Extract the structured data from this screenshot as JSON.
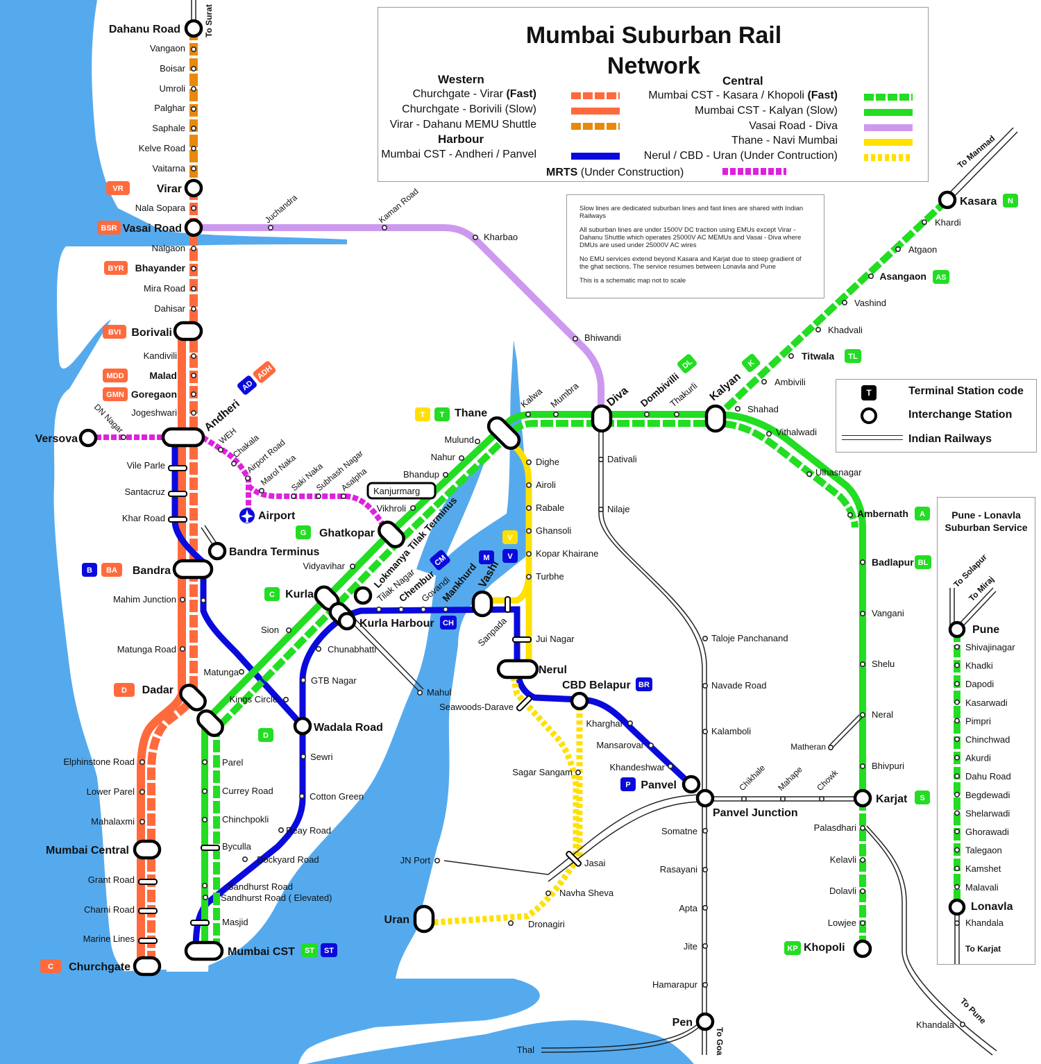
{
  "title": "Mumbai Suburban Rail Network",
  "legend": {
    "western_heading": "Western",
    "central_heading": "Central",
    "harbour_heading": "Harbour",
    "rows_left": [
      {
        "text": "Churchgate - Virar ",
        "bold": "(Fast)",
        "color": "#FF6A3D",
        "style": "dashed"
      },
      {
        "text": "Churchgate - Borivili (Slow)",
        "bold": "",
        "color": "#FF6A3D",
        "style": "solid"
      },
      {
        "text": "Virar - Dahanu MEMU Shuttle",
        "bold": "",
        "color": "#E8890C",
        "style": "dashed"
      },
      {
        "text": "Mumbai CST - Andheri / Panvel",
        "bold": "",
        "color": "#0A0ADC",
        "style": "solid"
      }
    ],
    "rows_right": [
      {
        "text": "Mumbai CST - Kasara / Khopoli ",
        "bold": "(Fast)",
        "color": "#22DD22",
        "style": "dashed"
      },
      {
        "text": "Mumbai CST - Kalyan (Slow)",
        "bold": "",
        "color": "#22DD22",
        "style": "solid"
      },
      {
        "text": "Vasai Road - Diva",
        "bold": "",
        "color": "#CC99EE",
        "style": "solid"
      },
      {
        "text": "Thane - Navi Mumbai",
        "bold": "",
        "color": "#FFE000",
        "style": "solid"
      },
      {
        "text": "Nerul / CBD  - Uran (Under Contruction)",
        "bold": "",
        "color": "#FFE000",
        "style": "dotted"
      }
    ],
    "mrts_bold": "MRTS",
    "mrts_text": " (Under Construction)",
    "mrts_color": "#DD22DD"
  },
  "notes": [
    "Slow lines are dedicated suburban lines and fast lines are shared with Indian Railways",
    "All suburban lines are under 1500V DC traction using EMUs except Virar - Dahanu Shuttle which operates 25000V AC MEMUs and Vasai - Diva where DMUs are used under 25000V AC  wires",
    "No EMU services extend beyond Kasara and Karjat due to steep gradient  of the ghat sections. The service resumes between Lonavla and Pune",
    "This is a schematic map not to scale"
  ],
  "key": {
    "terminal_code": "Terminal Station code",
    "terminal_letter": "T",
    "interchange": "Interchange Station",
    "indian_railways": "Indian Railways"
  },
  "pune_box": {
    "title_line1": "Pune - Lonavla",
    "title_line2": "Suburban Service",
    "to_solapur": "To Solapur",
    "to_miraj": "To Miraj",
    "pune": "Pune",
    "stations": [
      "Shivajinagar",
      "Khadki",
      "Dapodi",
      "Kasarwadi",
      "Pimpri",
      "Chinchwad",
      "Akurdi",
      "Dahu Road",
      "Begdewadi",
      "Shelarwadi",
      "Ghorawadi",
      "Talegaon",
      "Kamshet",
      "Malavali"
    ],
    "lonavla": "Lonavla",
    "khandala": "Khandala",
    "to_karjat": "To Karjat"
  },
  "colors": {
    "western": "#FF6A3D",
    "memu": "#E8890C",
    "harbour": "#0A0ADC",
    "central": "#22DD22",
    "vasai_diva": "#CC99EE",
    "navi_mumbai": "#FFE000",
    "mrts": "#DD22DD",
    "sea": "#55AAEE"
  },
  "directions": {
    "to_surat": "To Surat",
    "to_manmad": "To Manmad",
    "to_pune": "To Pune",
    "to_goa": "To Goa"
  },
  "stations": {
    "western": [
      "Dahanu Road",
      "Vangaon",
      "Boisar",
      "Umroli",
      "Palghar",
      "Saphale",
      "Kelve Road",
      "Vaitarna",
      "Virar",
      "Nala Sopara",
      "Vasai Road",
      "Nalgaon",
      "Bhayander",
      "Mira Road",
      "Dahisar",
      "Borivali",
      "Kandivili",
      "Malad",
      "Goregaon",
      "Jogeshwari",
      "Andheri",
      "Vile Parle",
      "Santacruz",
      "Khar Road",
      "Bandra",
      "Mahim Junction",
      "Matunga Road",
      "Dadar",
      "Elphinstone Road",
      "Lower Parel",
      "Mahalaxmi",
      "Mumbai Central",
      "Grant Road",
      "Charni Road",
      "Marine Lines",
      "Churchgate"
    ],
    "harbour": [
      "Bandra Terminus",
      "Kurla Harbour",
      "Chunabhatti",
      "GTB Nagar",
      "Wadala Road",
      "Kings Circle",
      "Sewri",
      "Cotton Green",
      "Reay Road",
      "Dockyard Road",
      "Sandhurst Road",
      "Sandhurst Road ( Elevated)",
      "Masjid",
      "Mumbai CST",
      "Tilak Nagar",
      "Chembur",
      "Govandi",
      "Mankhurd",
      "Vashi",
      "Sanpada",
      "Jui Nagar",
      "Nerul",
      "Seawoods-Darave",
      "CBD Belapur",
      "Kharghar",
      "Mansarovar",
      "Khandeshwar",
      "Panvel",
      "Mahul"
    ],
    "central": [
      "Parel",
      "Currey Road",
      "Chinchpokli",
      "Byculla",
      "Matunga",
      "Sion",
      "Kurla",
      "Vidyavihar",
      "Lokmanya Tilak Terminus",
      "Ghatkopar",
      "Vikhroli",
      "Kanjurmarg",
      "Bhandup",
      "Nahur",
      "Mulund",
      "Thane",
      "Kalwa",
      "Mumbra",
      "Diva",
      "Dombivilli",
      "Thakurli",
      "Kalyan",
      "Shahad",
      "Ambivili",
      "Titwala",
      "Khadvali",
      "Vashind",
      "Asangaon",
      "Atgaon",
      "Khardi",
      "Kasara",
      "Vithalwadi",
      "Ulhasnagar",
      "Ambernath",
      "Badlapur",
      "Vangani",
      "Shelu",
      "Neral",
      "Bhivpuri",
      "Karjat",
      "Palasdhari",
      "Kelavli",
      "Dolavli",
      "Lowjee",
      "Khopoli",
      "Matheran"
    ],
    "trans_harbour": [
      "Dighe",
      "Airoli",
      "Rabale",
      "Ghansoli",
      "Kopar Khairane",
      "Turbhe"
    ],
    "vasai_diva": [
      "Juchandra",
      "Kaman Road",
      "Kharbao",
      "Bhiwandi"
    ],
    "konkan": [
      "Dativali",
      "Nilaje",
      "Taloje Panchanand",
      "Navade Road",
      "Kalamboli",
      "Panvel Junction",
      "Chikhale",
      "Mahape",
      "Chowk",
      "Somatne",
      "Rasayani",
      "Apta",
      "Jite",
      "Hamarapur",
      "Pen",
      "Thal",
      "Khandala"
    ],
    "uran": [
      "Sagar Sangam",
      "Jasai",
      "JN Port",
      "Navha Sheva",
      "Dronagiri",
      "Uran"
    ],
    "mrts": [
      "Versova",
      "DN Nagar",
      "WEH",
      "Chakala",
      "Airport Road",
      "Marol Naka",
      "Saki Naka",
      "Subhash Nagar",
      "Asalpha",
      "Airport"
    ]
  },
  "codes": {
    "VR": "VR",
    "BSR": "BSR",
    "BYR": "BYR",
    "BVI": "BVI",
    "MDD": "MDD",
    "GMN": "GMN",
    "AD": "AD",
    "ADH": "ADH",
    "B": "B",
    "BA": "BA",
    "D": "D",
    "C": "C",
    "T": "T",
    "G": "G",
    "CM": "CM",
    "M": "M",
    "V": "V",
    "CH": "CH",
    "BR": "BR",
    "P": "P",
    "ST": "ST",
    "DL": "DL",
    "K": "K",
    "N": "N",
    "AS": "AS",
    "TL": "TL",
    "A": "A",
    "BL": "BL",
    "S": "S",
    "KP": "KP"
  }
}
